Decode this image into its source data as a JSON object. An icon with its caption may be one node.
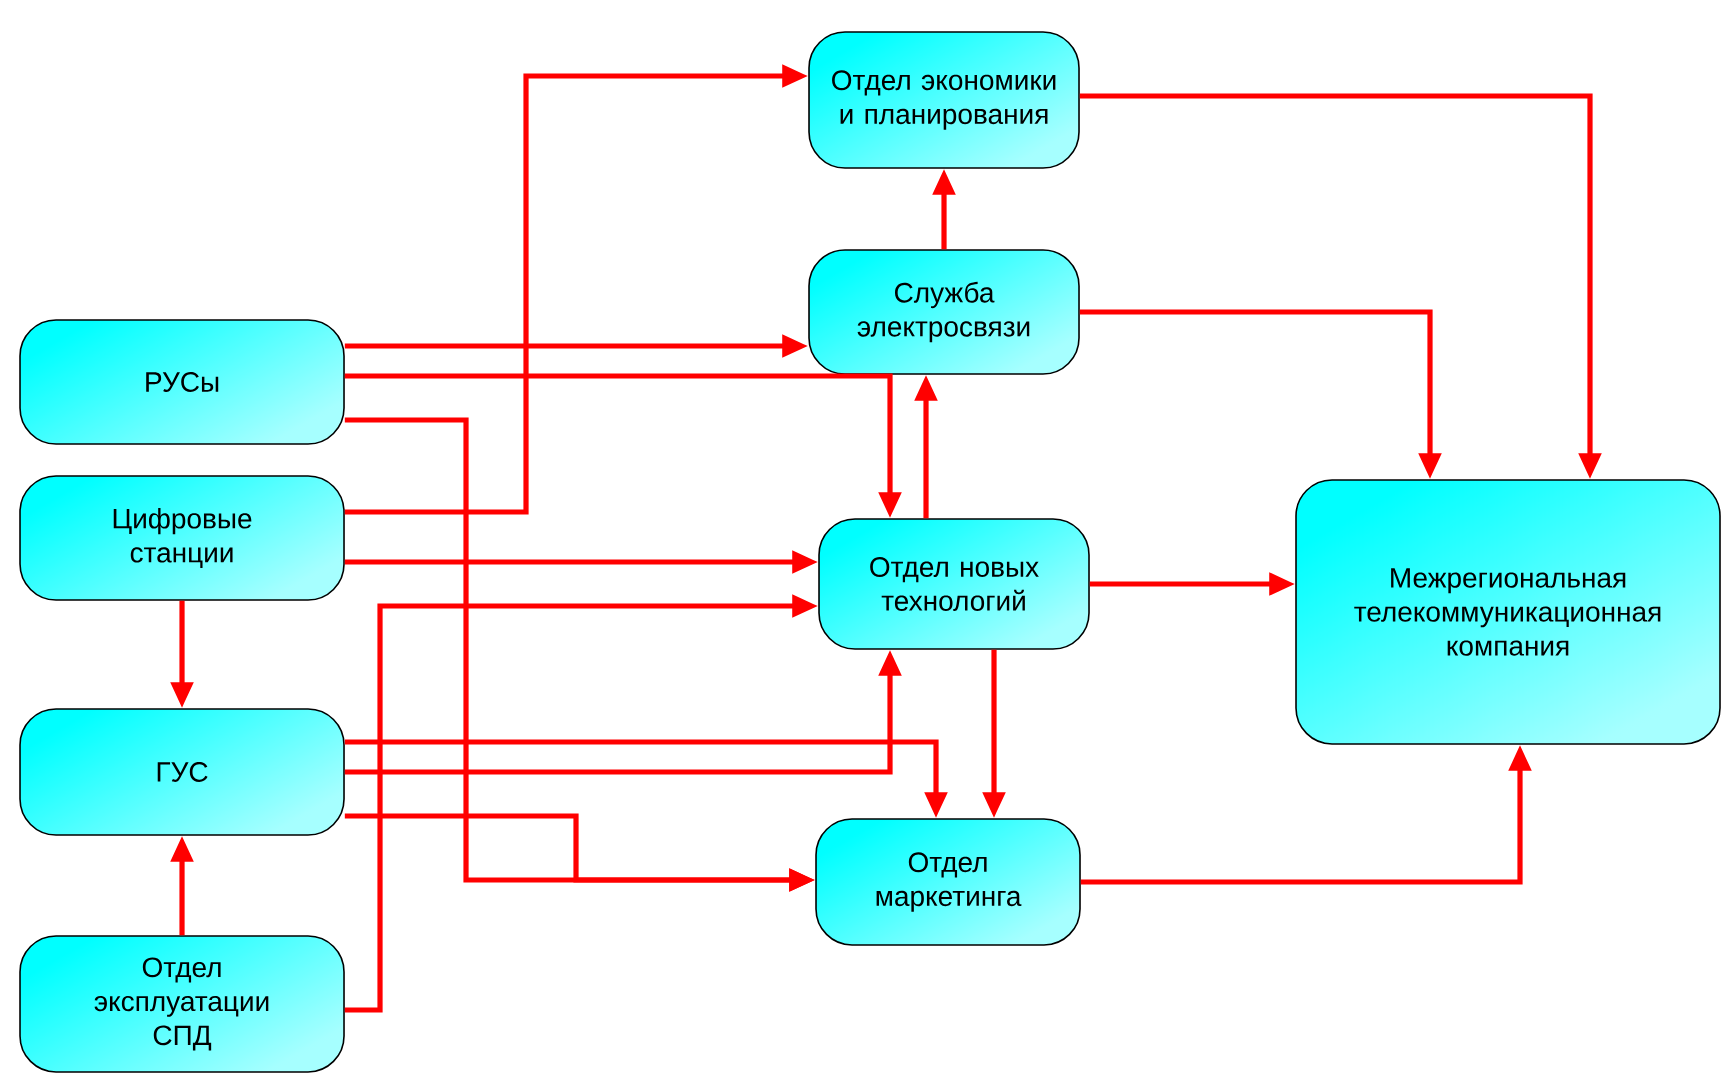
{
  "diagram": {
    "nodes": [
      {
        "text": [
          "РУСы"
        ]
      },
      {
        "text": [
          "Цифровые станции"
        ]
      },
      {
        "text": [
          "ГУС"
        ]
      },
      {
        "text": [
          "Отдел эксплуатации СПД"
        ]
      },
      {
        "text": [
          "Отдел экономики и планирования"
        ]
      },
      {
        "text": [
          "Служба электросвязи"
        ]
      },
      {
        "text": [
          "Отдел новых технологий"
        ]
      },
      {
        "text": [
          "Отдел маркетинга"
        ]
      },
      {
        "text": [
          "Межрегиональная телекоммуникационная компания"
        ]
      }
    ],
    "edges": [
      {
        "from": 0,
        "to": 5,
        "arrow": "to"
      },
      {
        "from": 0,
        "to": 6,
        "arrow": "to"
      },
      {
        "from": 0,
        "to": 7,
        "arrow": "to"
      },
      {
        "from": 1,
        "to": 4,
        "arrow": "to"
      },
      {
        "from": 1,
        "to": 6,
        "arrow": "to"
      },
      {
        "from": 1,
        "to": 2,
        "arrow": "to"
      },
      {
        "from": 2,
        "to": 7,
        "arrow": "to"
      },
      {
        "from": 2,
        "to": 6,
        "arrow": "to"
      },
      {
        "from": 2,
        "to": 7,
        "arrow": "to"
      },
      {
        "from": 3,
        "to": 6,
        "arrow": "to"
      },
      {
        "from": 3,
        "to": 2,
        "arrow": "to"
      },
      {
        "from": 6,
        "to": 5,
        "arrow": "to"
      },
      {
        "from": 6,
        "to": 7,
        "arrow": "to"
      },
      {
        "from": 5,
        "to": 4,
        "arrow": "to"
      },
      {
        "from": 5,
        "to": 8,
        "arrow": "to"
      },
      {
        "from": 4,
        "to": 8,
        "arrow": "to"
      },
      {
        "from": 6,
        "to": 8,
        "arrow": "to"
      },
      {
        "from": 7,
        "to": 8,
        "arrow": "to"
      }
    ]
  }
}
